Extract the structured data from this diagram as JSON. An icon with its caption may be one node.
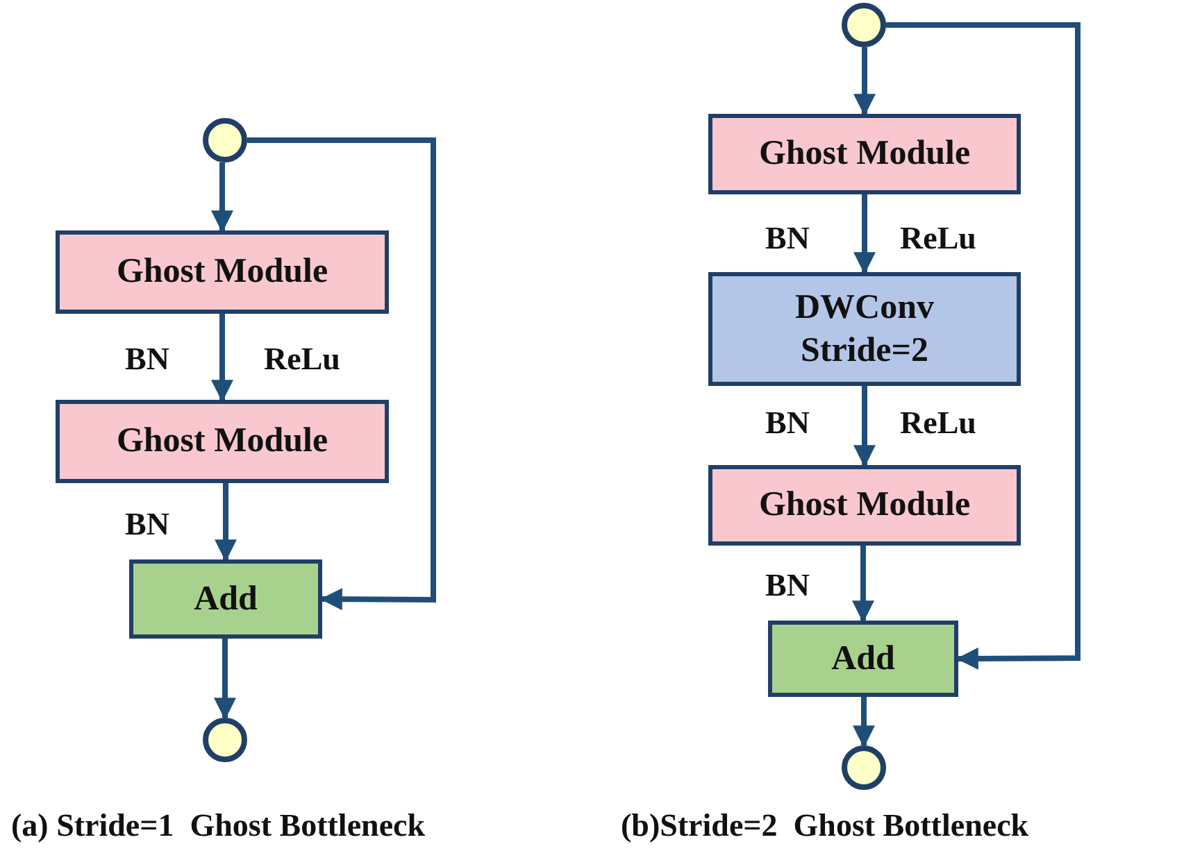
{
  "diagram": {
    "nodes": [
      {
        "text": [],
        "shape": "circle"
      },
      {
        "text": [
          "Ghost Module"
        ]
      },
      {
        "text": [
          "Ghost Module"
        ]
      },
      {
        "text": [
          "Add"
        ]
      },
      {
        "text": [],
        "shape": "circle"
      },
      {
        "text": [],
        "shape": "circle"
      },
      {
        "text": [
          "Ghost Module"
        ]
      },
      {
        "text": [
          "DWConv Stride=2"
        ]
      },
      {
        "text": [
          "Ghost Module"
        ]
      },
      {
        "text": [
          "Add"
        ]
      },
      {
        "text": [],
        "shape": "circle"
      }
    ],
    "edges": [
      {
        "from": 0,
        "to": 1,
        "arrow": "to"
      },
      {
        "from": 1,
        "to": 2,
        "arrow": "to"
      },
      {
        "from": 2,
        "to": 3,
        "arrow": "to"
      },
      {
        "from": 0,
        "to": 3,
        "arrow": "to"
      },
      {
        "from": 3,
        "to": 4,
        "arrow": "to"
      },
      {
        "from": 5,
        "to": 6,
        "arrow": "to"
      },
      {
        "from": 6,
        "to": 7,
        "arrow": "to"
      },
      {
        "from": 7,
        "to": 8,
        "arrow": "to"
      },
      {
        "from": 8,
        "to": 9,
        "arrow": "to"
      },
      {
        "from": 5,
        "to": 9,
        "arrow": "to"
      },
      {
        "from": 9,
        "to": 10,
        "arrow": "to"
      }
    ],
    "labels": [
      "BN",
      "ReLu",
      "BN",
      "BN",
      "ReLu",
      "BN",
      "ReLu",
      "BN",
      "(a) Stride=1  Ghost Bottleneck",
      "(b)Stride=2  Ghost Bottleneck"
    ]
  }
}
